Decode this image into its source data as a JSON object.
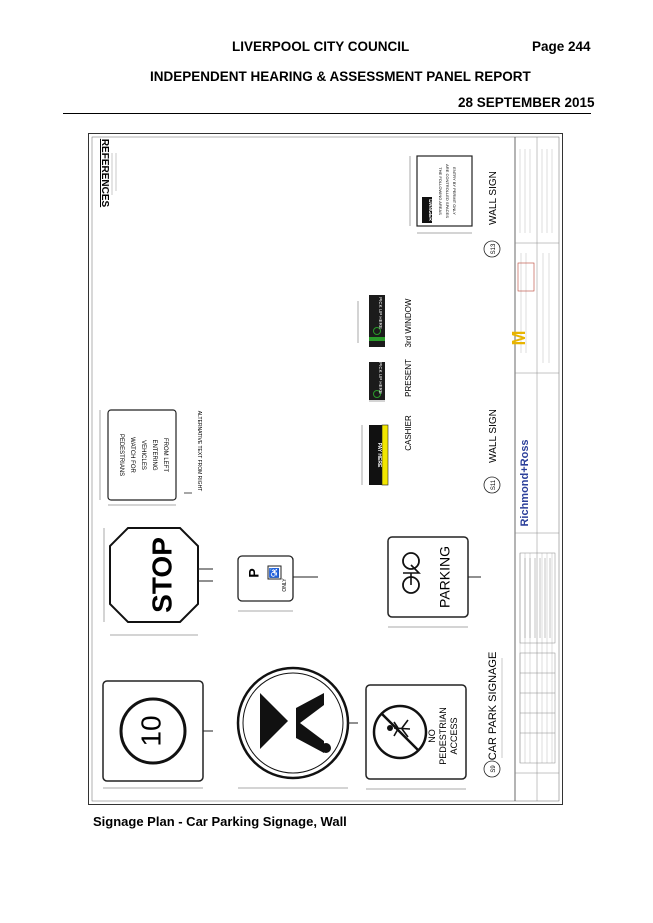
{
  "header": {
    "council": "LIVERPOOL CITY COUNCIL",
    "page": "Page 244",
    "report_title": "INDEPENDENT HEARING & ASSESSMENT PANEL REPORT",
    "date": "28 SEPTEMBER 2015"
  },
  "caption": "Signage Plan - Car Parking Signage, Wall",
  "drawing": {
    "references_title": "REFERENCES",
    "stop_sign": "STOP",
    "speed_limit": "10",
    "parking_sign": "PARKING",
    "p_sign_letter": "P",
    "p_sign_only": "ONLY",
    "no_pedestrian_lines": [
      "NO",
      "PEDESTRIAN",
      "ACCESS"
    ],
    "pedestrian_warning_lines": [
      "PEDESTRIANS",
      "WATCH FOR",
      "VEHICLES",
      "ENTERING",
      "FROM LEFT"
    ],
    "alternative_text_note": "ALTERNATIVE TEXT FROM RIGHT",
    "car_park_signage_title": "CAR PARK SIGNAGE",
    "s9_code": "S9",
    "wall_sign_title": "WALL SIGN",
    "s13_code": "S13",
    "s11_code": "S11",
    "cashier_label": "CASHIER",
    "present_label": "PRESENT",
    "third_window_label": "3rd WINDOW",
    "pay_here": "PAY HERE",
    "pick_up_here": "PICK UP HERE",
    "danger_label": "DANGER",
    "danger_text_lines": [
      "THE FOLLOWING AREAS",
      "ARE CONTROLLED SPACES",
      "ENTRY BY PERMIT ONLY"
    ],
    "company_name": "Richmond+Ross",
    "brand_mark": "M",
    "colors": {
      "pay_here_band": "#f2e600",
      "pick_up_panel": "#1b1b1b",
      "pick_up_accent": "#2a9a2a",
      "line": "#222222",
      "dimension": "#555555"
    }
  }
}
